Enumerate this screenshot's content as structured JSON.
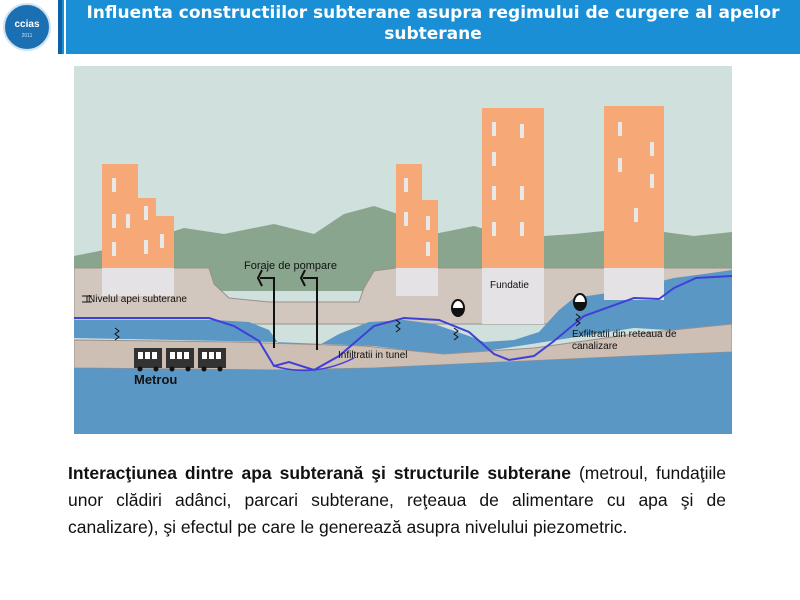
{
  "header": {
    "title": "Influenta constructiilor subterane asupra regimului de curgere al apelor subterane",
    "logo_text": "ccias",
    "logo_year": "2011"
  },
  "diagram": {
    "labels": {
      "foraje": "Foraje de pompare",
      "nivel": "Nivelul apei subterane",
      "fundatie": "Fundatie",
      "exfiltratii_1": "Exfiltratii din reteaua de",
      "exfiltratii_2": "canalizare",
      "infiltratii": "Infiltratii in tunel",
      "metrou": "Metrou"
    }
  },
  "caption": {
    "bold": "Interacţiunea dintre apa subterană şi structurile subterane",
    "rest": " (metroul, fundaţiile unor clădiri adânci, parcari subterane, reţeaua de alimentare cu apa şi de canalizare), şi efectul pe care le generează asupra nivelului piezometric."
  },
  "colors": {
    "header_blue": "#1a8fd6",
    "sky": "#cfe0dd",
    "hills": "#8aa58d",
    "soil": "#d2c7bf",
    "water": "#5b97c5",
    "building": "#f6a877",
    "water_table": "#4040d8"
  }
}
